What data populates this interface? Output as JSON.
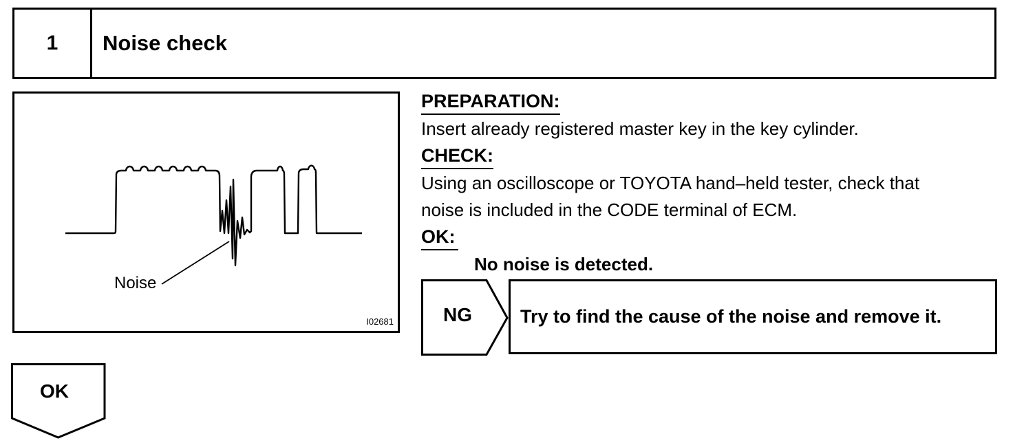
{
  "header": {
    "step_number": "1",
    "title": "Noise check"
  },
  "figure": {
    "callout_label": "Noise",
    "figure_id": "I02681"
  },
  "preparation": {
    "heading": "PREPARATION:",
    "text": "Insert already registered master key in the key cylinder."
  },
  "check": {
    "heading": "CHECK:",
    "lines": [
      "Using an oscilloscope or TOYOTA hand–held tester, check that",
      "noise is included in the CODE terminal of ECM."
    ]
  },
  "ok_criteria": {
    "heading": "OK:",
    "text": "No noise is detected."
  },
  "ng_branch": {
    "label": "NG",
    "action": "Try to find the cause of the noise and remove it."
  },
  "ok_branch": {
    "label": "OK"
  }
}
